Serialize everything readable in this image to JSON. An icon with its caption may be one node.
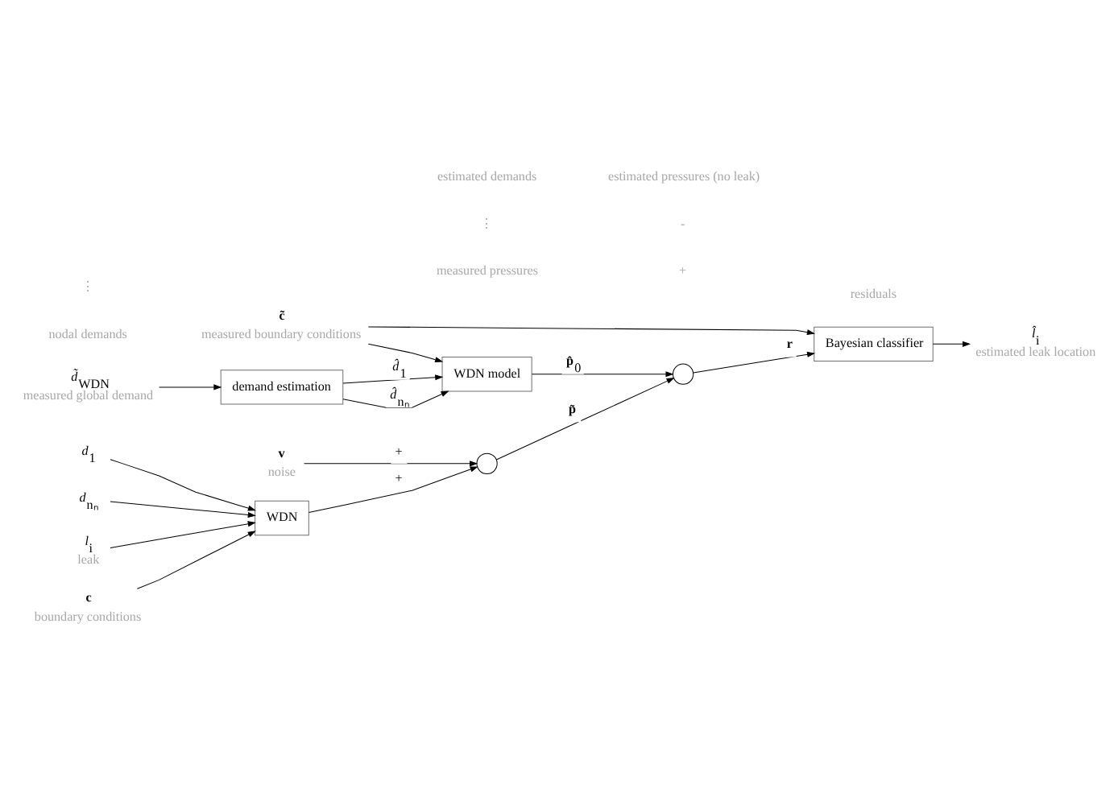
{
  "diagram": {
    "nodes": [
      {
        "text": [
          "WDN"
        ]
      },
      {
        "text": [],
        "shape": "circle"
      },
      {
        "text": [],
        "shape": "circle"
      },
      {
        "text": [
          "demand estimation"
        ]
      },
      {
        "text": [
          "WDN model"
        ]
      },
      {
        "text": [
          "Bayesian classifier"
        ]
      },
      {
        "text": [
          "*d*$_{1}$"
        ]
      },
      {
        "text": [
          "*d*$_{nₙ}$"
        ]
      },
      {
        "text": [
          "*l*$_{i}$"
        ],
        "beside": [
          "leak"
        ]
      },
      {
        "text": [
          "**c**"
        ],
        "beside": [
          "boundary conditions"
        ]
      },
      {
        "text": [
          "**v**"
        ],
        "beside": [
          "noise"
        ]
      },
      {
        "text": [
          "*l̂*$_{i}$"
        ],
        "beside": [
          "estimated leak location"
        ]
      },
      {
        "text": [
          "*d̃*$_{WDN}$"
        ],
        "beside": [
          "measured global demand"
        ]
      },
      {
        "text": [
          "**c̃**"
        ],
        "beside": [
          "measured boundary conditions"
        ]
      }
    ],
    "edges": [
      {
        "from": 6,
        "to": 0,
        "arrow": "to"
      },
      {
        "from": 7,
        "to": 0,
        "arrow": "to"
      },
      {
        "from": 8,
        "to": 0,
        "arrow": "to"
      },
      {
        "from": 9,
        "to": 0,
        "arrow": "to"
      },
      {
        "from": 0,
        "to": 1,
        "arrow": "to",
        "label": "+"
      },
      {
        "from": 10,
        "to": 1,
        "arrow": "to",
        "label": "+"
      },
      {
        "from": 1,
        "to": 2,
        "arrow": "to",
        "label": "**p̃**"
      },
      {
        "from": 4,
        "to": 2,
        "arrow": "to",
        "label": "**p̂**$_{0}$"
      },
      {
        "from": 2,
        "to": 5,
        "arrow": "to",
        "label": "**r**"
      },
      {
        "from": 5,
        "to": 11,
        "arrow": "to"
      },
      {
        "from": 12,
        "to": 3,
        "arrow": "to"
      },
      {
        "from": 3,
        "to": 4,
        "arrow": "to",
        "label": "*d̂*$_{1}$"
      },
      {
        "from": 3,
        "to": 4,
        "arrow": "to",
        "label": "*d̂*$_{nₙ}$"
      },
      {
        "from": 13,
        "to": 4,
        "arrow": "to"
      },
      {
        "from": 13,
        "to": 5,
        "arrow": "to"
      }
    ],
    "labels": [
      "nodal demands",
      "⋮",
      "measured pressures",
      "+",
      "-",
      "⋮",
      "residuals",
      "estimated demands",
      "estimated pressures (no leak)"
    ]
  }
}
